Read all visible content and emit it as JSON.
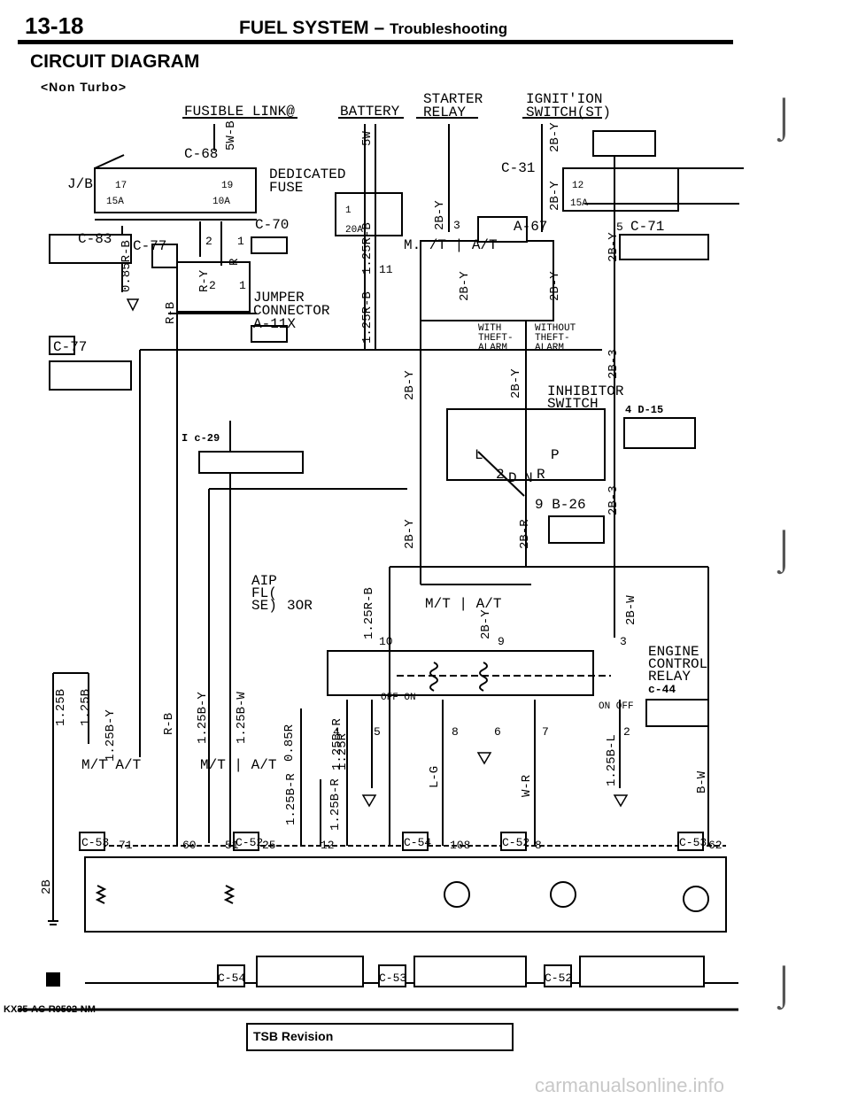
{
  "header": {
    "page_number": "13-18",
    "title_main": "FUEL SYSTEM",
    "title_dash": "–",
    "title_sub": "Troubleshooting"
  },
  "section_title": "CIRCUIT DIAGRAM",
  "variant": "<Non Turbo>",
  "components": {
    "fusible_link": "FUSIBLE LINK@",
    "battery": "BATTERY",
    "starter_relay_1": "STARTER",
    "starter_relay_2": "RELAY",
    "ignition_switch_1": "IGNIT'ION",
    "ignition_switch_2": "SWITCH(ST)",
    "jb": "J/B",
    "dedicated_fuse_1": "DEDICATED",
    "dedicated_fuse_2": "FUSE",
    "jumper_1": "JUMPER",
    "jumper_2": "CONNECTOR",
    "jumper_3": "A-11X",
    "with_theft_1": "WITH",
    "with_theft_2": "THEFT-",
    "with_theft_3": "ALARM",
    "without_theft_1": "WITHOUT",
    "without_theft_2": "THEFT-",
    "without_theft_3": "ALARM",
    "inhibitor_1": "INHIBITOR",
    "inhibitor_2": "SWITCH",
    "afs_1": "AIP",
    "afs_2": "FL(",
    "afs_3": "SE)",
    "afs_4": "3OR",
    "ecr_1": "ENGINE",
    "ecr_2": "CONTROL",
    "ecr_3": "RELAY",
    "ecr_4": "c-44",
    "mt_at_1": "M/T A/T",
    "mt_at_2": "M/T | A/T",
    "mt_at_3": "M/T | A/T",
    "mt_at_4": "M. /T | A/T"
  },
  "connectors": {
    "c68": "C-68",
    "c31": "C-31",
    "a67": "A-67",
    "c71": "C-71",
    "c83": "C-83",
    "c77": "C-77",
    "c70": "C-70",
    "c29": "I c-29",
    "d15": "4 D-15",
    "b26": "9 B-26",
    "c53": "C-53",
    "c52": "C-52",
    "c54": "C-54"
  },
  "fuses": {
    "f17": "17",
    "f19": "19",
    "f1": "1",
    "f12": "12",
    "a15": "15A",
    "a10": "10A",
    "a20": "20A"
  },
  "wires": {
    "w5w": "5W",
    "w5wb": "5W-B",
    "w2by": "2B-Y",
    "w125rb": "1.25R-B",
    "w085rb": "0.85R-B",
    "ry": "R-Y",
    "r": "R",
    "rb": "R-B",
    "w2b3": "2B-3",
    "w2bw": "2B-W",
    "w2br": "2B-R",
    "w125b": "1.25B",
    "w125by": "1.25B-Y",
    "w125bw": "1.25B-W",
    "w085r": "0.85R",
    "w125br": "1.25B-R",
    "w125r": "1.25R",
    "w125bl": "1.25B-L",
    "lg": "L-G",
    "wr": "W-R",
    "bw": "B-W",
    "w2b": "2B",
    "w25br": "1.25B-R"
  },
  "switch_labels": {
    "off_on": "OFF ON",
    "on_off": "ON OFF",
    "l": "L",
    "p": "P",
    "d": "D",
    "n": "N",
    "r": "R",
    "two": "2"
  },
  "pins": [
    "71",
    "60",
    "51",
    "25",
    "12",
    "108",
    "8",
    "62",
    "10",
    "9",
    "3",
    "4",
    "5",
    "8",
    "6",
    "7",
    "2",
    "11",
    "3",
    "1",
    "2",
    "2",
    "1",
    "5"
  ],
  "footer": {
    "diagram_id": "KX35-AC-R0502-NM",
    "tsb": "TSB Revision",
    "watermark": "carmanualsonline.info"
  }
}
